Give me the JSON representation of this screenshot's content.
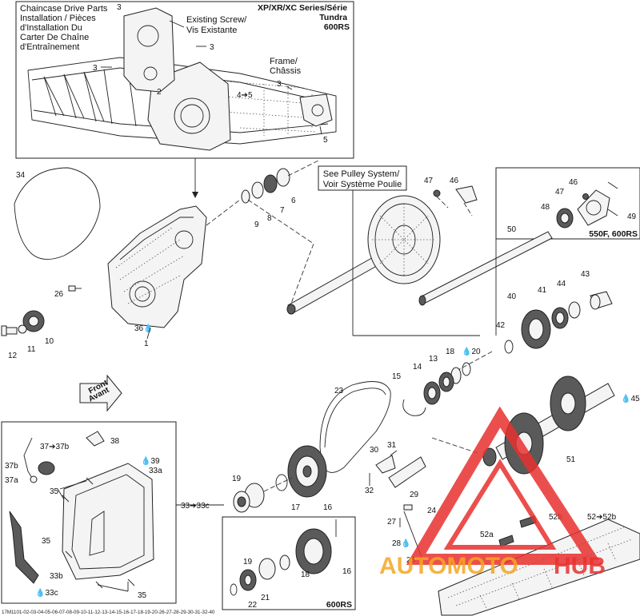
{
  "inset_top": {
    "title_lines": [
      "Chaincase Drive Parts",
      "Installation / Pièces",
      "d'Installation Du",
      "Carter De Chaîne",
      "d'Entraînement"
    ],
    "series_lines": [
      "XP/XR/XC Series/Série",
      "Tundra",
      "600RS"
    ],
    "existing_screw_lines": [
      "Existing Screw/",
      "Vis Existante"
    ],
    "frame_lines": [
      "Frame/",
      "Châssis"
    ]
  },
  "pulley_callout_lines": [
    "See Pulley System/",
    "Voir Système Poulie"
  ],
  "box_550f_label": "550F, 600RS",
  "box_600rs_label": "600RS",
  "front_arrow_lines": [
    "Front",
    "Avant"
  ],
  "footer_code": "17M1101-02-03-04-05-06-07-08-09-10-11-12-13-14-15-16-17-18-19-20-26-27-28-29-30-31-32-40",
  "watermark": {
    "text_a": "AUTOMOTO",
    "text_b": "HUB",
    "colors": {
      "logo": "#e8312f",
      "text_a": "#f5a623",
      "text_b": "#e8312f"
    }
  },
  "part_labels": {
    "p3a": "3",
    "p3b": "3",
    "p3c": "3",
    "p3d": "3",
    "p2": "2",
    "p4_5": "4➔5",
    "p5": "5",
    "p34": "34",
    "p26": "26",
    "p36": "36",
    "p1": "1",
    "p10": "10",
    "p11": "11",
    "p12": "12",
    "p6": "6",
    "p7": "7",
    "p8": "8",
    "p9": "9",
    "p47a": "47",
    "p46a": "46",
    "p47b": "47",
    "p46b": "46",
    "p48": "48",
    "p49": "49",
    "p50": "50",
    "p43": "43",
    "p44": "44",
    "p41": "41",
    "p40": "40",
    "p42": "42",
    "p13": "13",
    "p14": "14",
    "p15": "15",
    "p18a": "18",
    "p20": "20",
    "p23": "23",
    "p45": "45",
    "p51": "51",
    "p38": "38",
    "p37": "37➔37b",
    "p39": "39",
    "p33a": "33a",
    "p37b": "37b",
    "p37a": "37a",
    "p35a": "35",
    "p35b": "35",
    "p35c": "35",
    "p33": "33➔33c",
    "p33b": "33b",
    "p33c": "33c",
    "p19a": "19",
    "p17": "17",
    "p16a": "16",
    "p30": "30",
    "p31": "31",
    "p32": "32",
    "p29": "29",
    "p24": "24",
    "p27": "27",
    "p28": "28",
    "p25": "25",
    "p52b": "52b",
    "p52": "52➔52b",
    "p52a": "52a",
    "p19b": "19",
    "p18b": "18",
    "p16b": "16",
    "p21": "21",
    "p22": "22"
  }
}
